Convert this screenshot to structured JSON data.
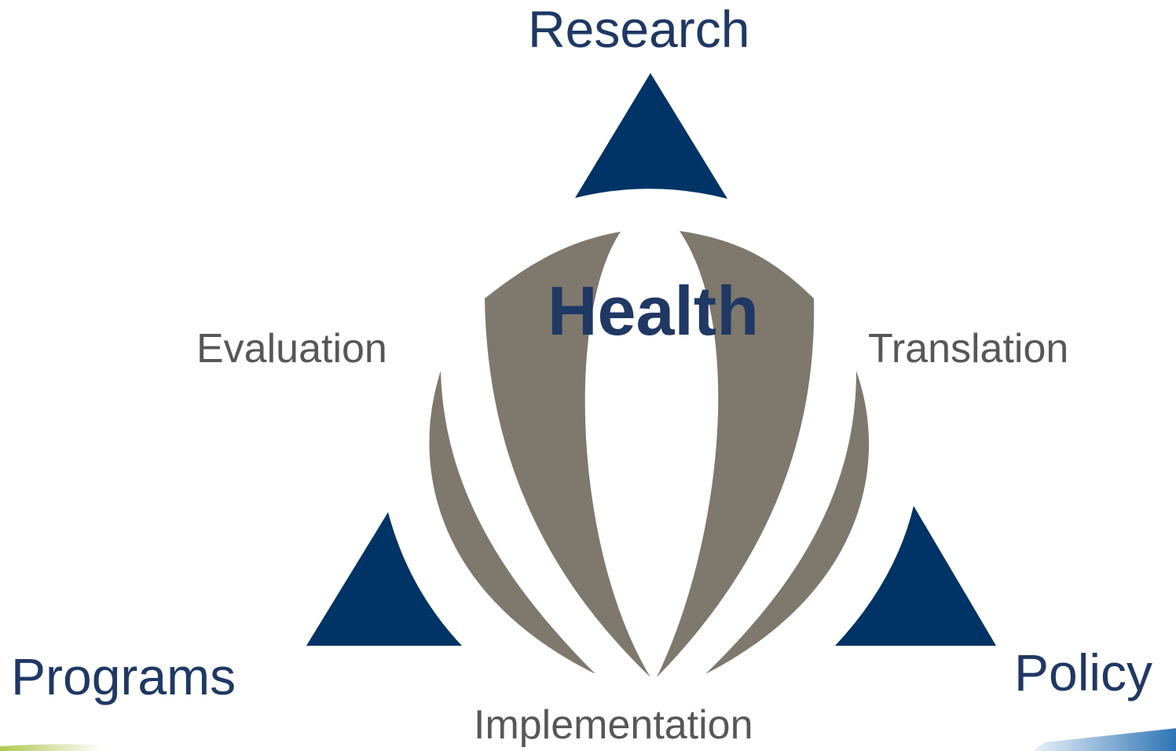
{
  "diagram": {
    "center_label": "Health",
    "corners": {
      "top": "Research",
      "bottom_left": "Programs",
      "bottom_right": "Policy"
    },
    "processes": {
      "left": "Evaluation",
      "right": "Translation",
      "bottom": "Implementation"
    }
  },
  "colors": {
    "navy": "#003366",
    "text_navy": "#1f3864",
    "taupe": "#7f786d",
    "gray_text": "#575757",
    "accent_green": "#a6c13b",
    "accent_blue": "#2e75b6"
  }
}
